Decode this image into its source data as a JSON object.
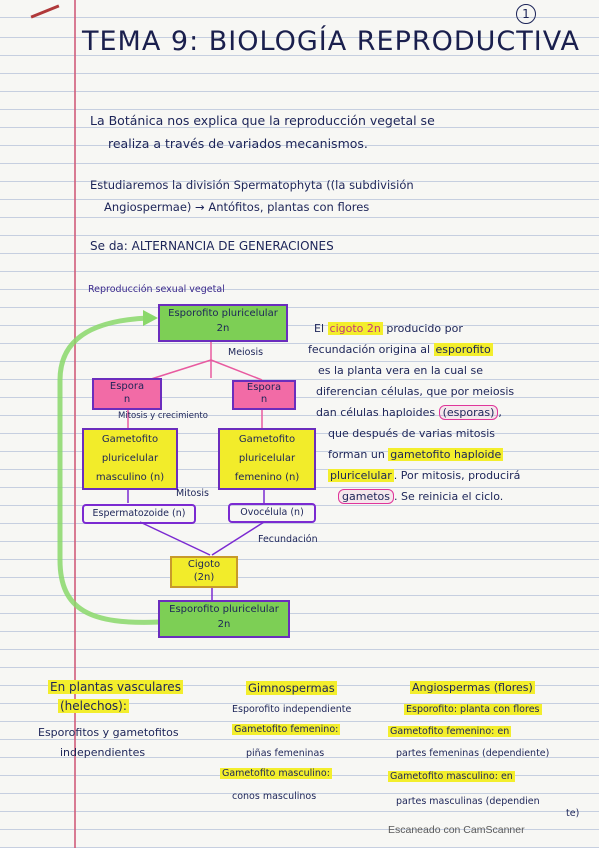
{
  "page_number": "1",
  "title": "TEMA 9: BIOLOGÍA REPRODUCTIVA",
  "intro": {
    "line1": "La Botánica nos explica que la reproducción vegetal se",
    "line2": "realiza a través de variados mecanismos.",
    "line3": "Estudiaremos la división Spermatophyta ((la subdivisión",
    "line4": "Angiospermae) → Antófitos, plantas con flores",
    "line5": "Se da: ALTERNANCIA DE GENERACIONES"
  },
  "diagram": {
    "heading": "Reproducción sexual vegetal",
    "esporofito_top": [
      "Esporofito pluricelular",
      "2n"
    ],
    "meiosis": "Meiosis",
    "espora_left": [
      "Espora",
      "n"
    ],
    "espora_right": [
      "Espora",
      "n"
    ],
    "mitosis_crecimiento": "Mitosis y crecimiento",
    "gametofito_masc": [
      "Gametofito",
      "pluricelular",
      "masculino (n)"
    ],
    "gametofito_fem": [
      "Gametofito",
      "pluricelular",
      "femenino (n)"
    ],
    "mitosis": "Mitosis",
    "espermatozoide": "Espermatozoide (n)",
    "ovocelula": "Ovocélula (n)",
    "fecundacion": "Fecundación",
    "cigoto": [
      "Cigoto",
      "(2n)"
    ],
    "esporofito_bottom": [
      "Esporofito pluricelular",
      "2n"
    ]
  },
  "explanation": {
    "l1a": "El ",
    "l1b": "cigoto 2n",
    "l1c": " producido por",
    "l2a": "fecundación origina al ",
    "l2b": "esporofito",
    "l3": "es la planta vera en la cual se",
    "l4": "diferencian células, que por meiosis",
    "l5a": "dan células haploides ",
    "l5b": "(esporas)",
    "l5c": ",",
    "l6": "que después de varias mitosis",
    "l7a": "forman un ",
    "l7b": "gametofito haploide",
    "l8a": "pluricelular",
    "l8b": ". Por mitosis, producirá",
    "l9a": "gametos",
    "l9b": ". Se reinicia el ciclo."
  },
  "table": {
    "col1_head": "En plantas vasculares",
    "col1_head2": "(helechos):",
    "col1_a": "Esporofitos y gametofitos",
    "col1_b": "independientes",
    "col2_head": "Gimnospermas",
    "col2_a": "Esporofito independiente",
    "col2_b": "Gametofito femenino:",
    "col2_c": "piñas femeninas",
    "col2_d": "Gametofito masculino:",
    "col2_e": "conos masculinos",
    "col3_head": "Angiospermas (flores)",
    "col3_a": "Esporofito: planta con flores",
    "col3_b": "Gametofito femenino: en",
    "col3_c": "partes femeninas (dependiente)",
    "col3_d": "Gametofito masculino: en",
    "col3_e": "partes masculinas (dependien",
    "col3_f": "te)"
  },
  "scanner_label": "Escaneado con CamScanner"
}
